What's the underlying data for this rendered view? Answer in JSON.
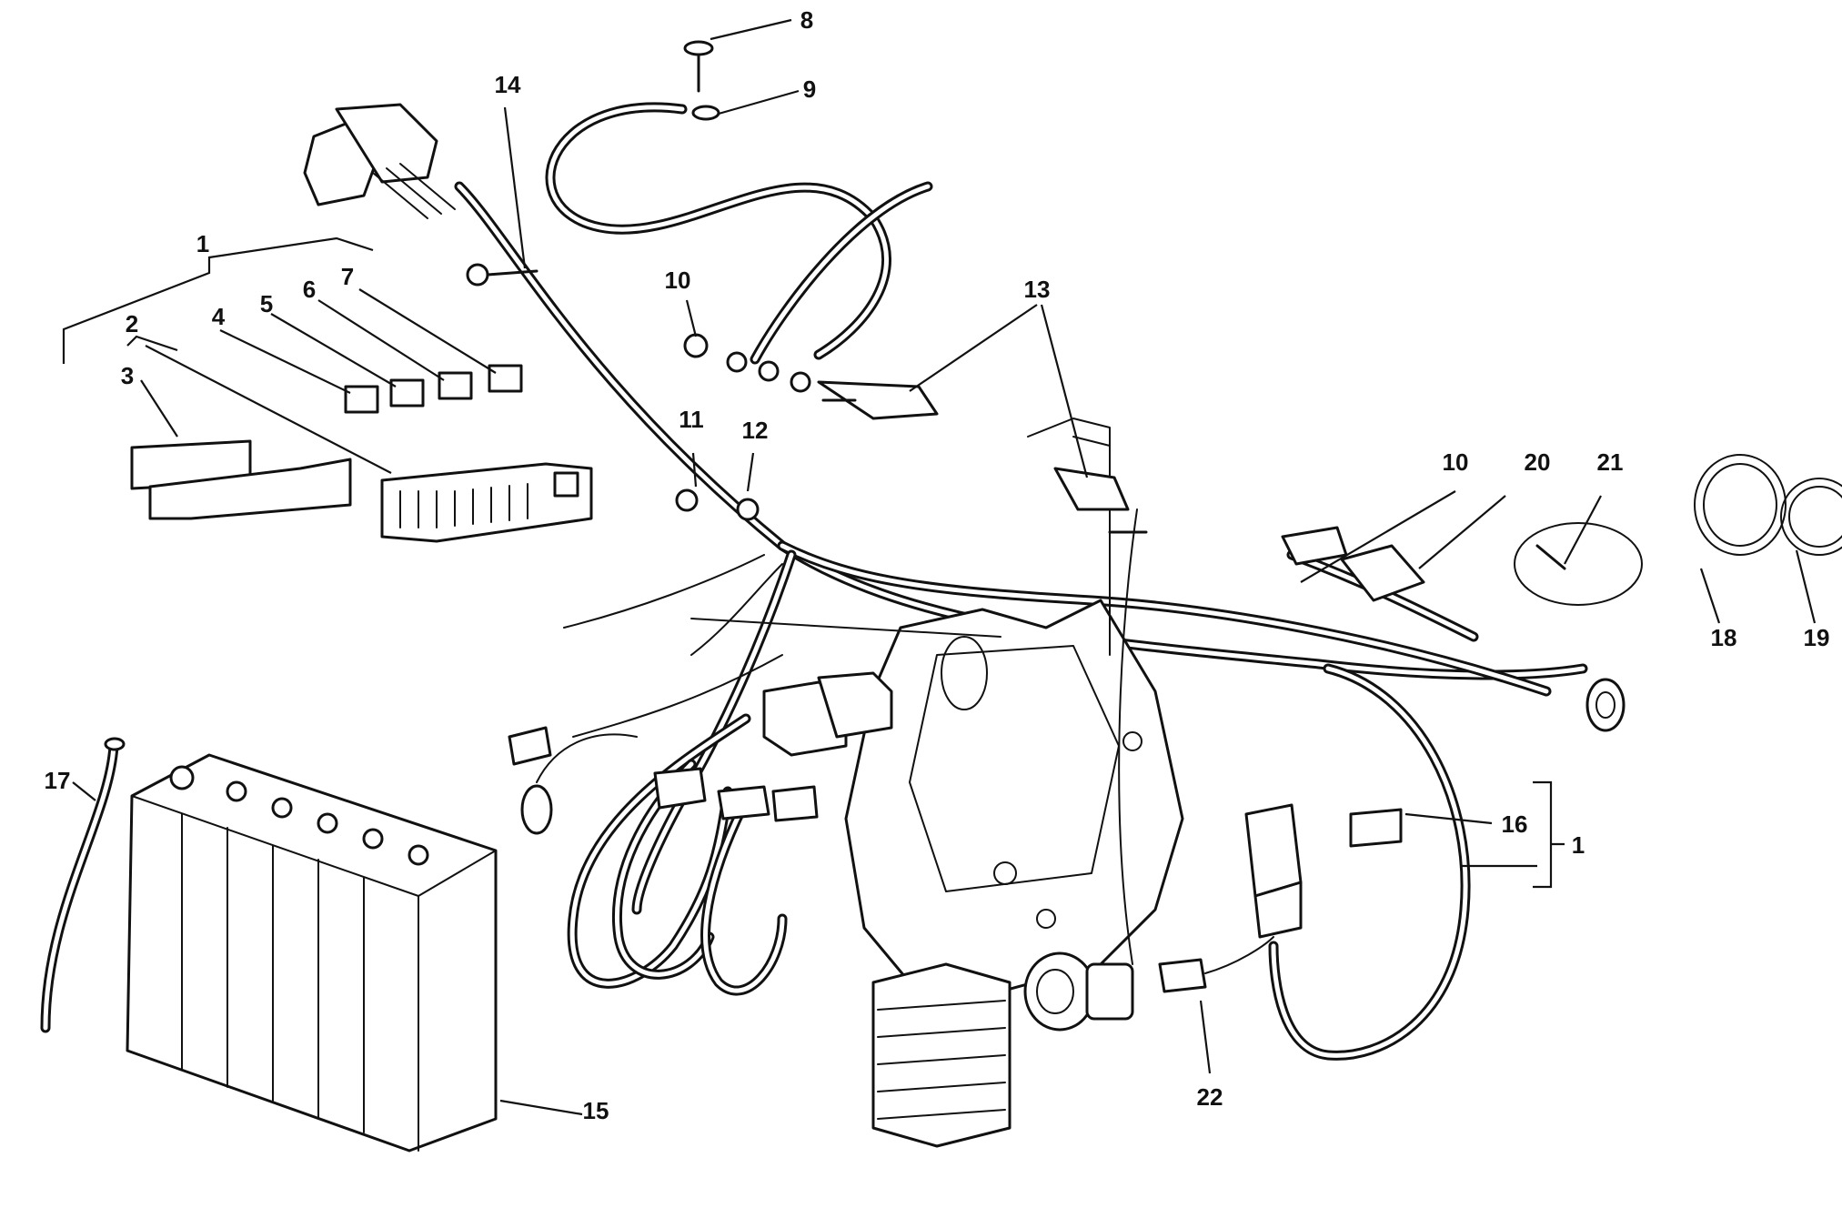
{
  "callouts": {
    "c1_top": "1",
    "c1_right": "1",
    "c2": "2",
    "c3": "3",
    "c4": "4",
    "c5": "5",
    "c6": "6",
    "c7": "7",
    "c8": "8",
    "c9": "9",
    "c10_left": "10",
    "c10_right": "10",
    "c11": "11",
    "c12": "12",
    "c13": "13",
    "c14": "14",
    "c15": "15",
    "c16": "16",
    "c17": "17",
    "c18": "18",
    "c19": "19",
    "c20": "20",
    "c21": "21",
    "c22": "22"
  }
}
